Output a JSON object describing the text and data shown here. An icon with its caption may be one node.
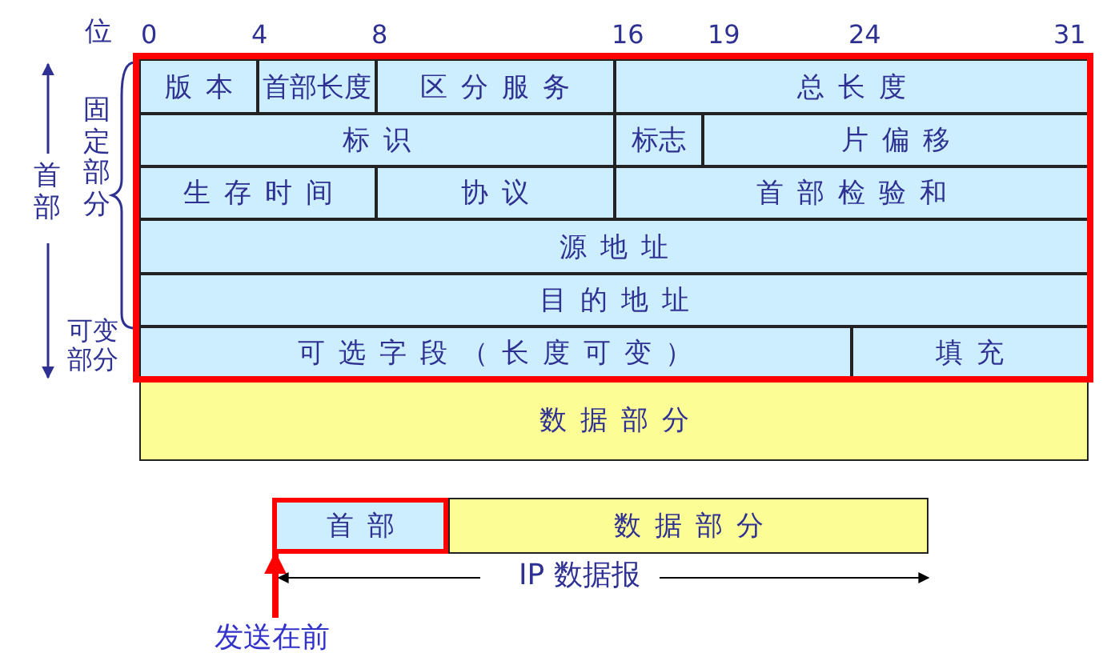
{
  "diagram": {
    "nodes": [
      {
        "text": [
          "版本"
        ]
      },
      {
        "text": [
          "首部长度"
        ]
      },
      {
        "text": [
          "区分服务"
        ]
      },
      {
        "text": [
          "总长度"
        ]
      },
      {
        "text": [
          "标识"
        ]
      },
      {
        "text": [
          "标志"
        ]
      },
      {
        "text": [
          "片偏移"
        ]
      },
      {
        "text": [
          "生存时间"
        ]
      },
      {
        "text": [
          "协议"
        ]
      },
      {
        "text": [
          "首部检验和"
        ]
      },
      {
        "text": [
          "源地址"
        ]
      },
      {
        "text": [
          "目的地址"
        ]
      },
      {
        "text": [
          "可选字段（长度可变）"
        ]
      },
      {
        "text": [
          "填充"
        ]
      },
      {
        "text": [
          "数据部分"
        ]
      },
      {
        "text": [
          "首部"
        ]
      },
      {
        "text": [
          "数据部分"
        ]
      },
      {
        "text": [
          "发送在前"
        ]
      }
    ],
    "edges": [
      {
        "from": 17,
        "to": 15,
        "arrow": "to"
      }
    ],
    "labels": [
      "位",
      "0",
      "4",
      "8",
      "16",
      "19",
      "24",
      "31",
      "首部",
      "固定部分",
      "可变部分",
      "IP 数据报"
    ]
  }
}
